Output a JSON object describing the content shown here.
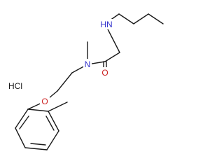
{
  "molecule": {
    "salt": "HCl",
    "atoms": {
      "amine_n": {
        "text": "HN",
        "element": "N"
      },
      "amide_n": {
        "text": "N",
        "element": "N"
      },
      "carbonyl_o": {
        "text": "O",
        "element": "O"
      },
      "ether_o": {
        "text": "O",
        "element": "O"
      }
    }
  },
  "colors": {
    "bond": "#1a1a1a",
    "nitrogen": "#3333cc",
    "oxygen": "#cc2222",
    "text": "#1a1a1a",
    "background": "#ffffff"
  }
}
